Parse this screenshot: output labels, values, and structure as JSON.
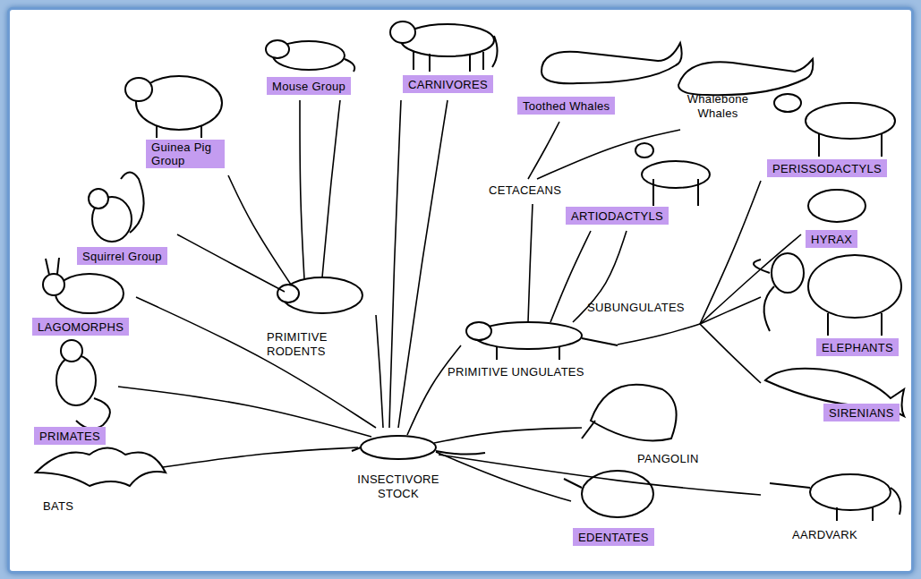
{
  "diagram": {
    "nodes": [
      {
        "text": [
          "Mouse Group"
        ]
      },
      {
        "text": [
          "CARNIVORES"
        ]
      },
      {
        "text": [
          "Toothed Whales"
        ]
      },
      {
        "text": [
          "Guinea Pig Group"
        ]
      },
      {
        "text": [
          "PERISSODACTYLS"
        ]
      },
      {
        "text": [
          "ARTIODACTYLS"
        ]
      },
      {
        "text": [
          "HYRAX"
        ]
      },
      {
        "text": [
          "Squirrel Group"
        ]
      },
      {
        "text": [
          "LAGOMORPHS"
        ]
      },
      {
        "text": [
          "ELEPHANTS"
        ]
      },
      {
        "text": [
          "SIRENIANS"
        ]
      },
      {
        "text": [
          "PRIMATES"
        ]
      },
      {
        "text": [
          "EDENTATES"
        ]
      }
    ],
    "labels": [
      "Whalebone Whales",
      "CETACEANS",
      "SUBUNGULATES",
      "PRIMITIVE RODENTS",
      "PRIMITIVE UNGULATES",
      "PANGOLIN",
      "INSECTIVORE STOCK",
      "BATS",
      "AARDVARK"
    ]
  }
}
